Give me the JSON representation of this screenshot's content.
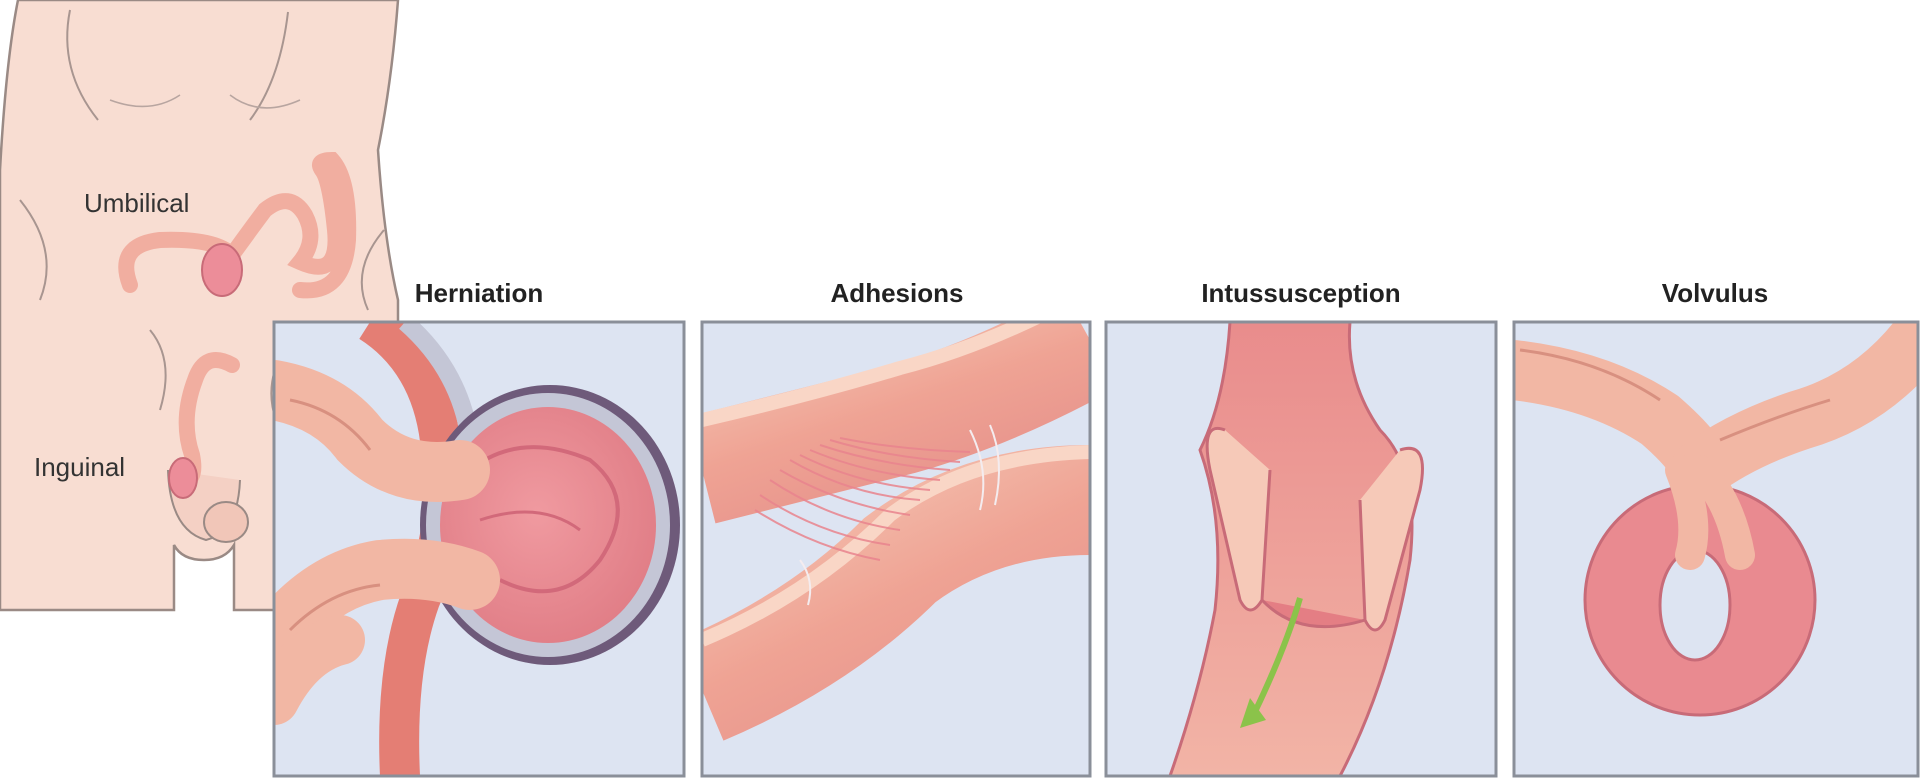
{
  "colors": {
    "skin": "#f8ddd2",
    "skin_outline": "#9a8a85",
    "panel_bg": "#dde4f2",
    "panel_border": "#8a8f99",
    "bowel_light": "#f4c0ad",
    "bowel_mid": "#ee9f92",
    "bowel_dark": "#e07d86",
    "bowel_inner": "#ea8f96",
    "sac": "#c4c6d6",
    "sac_dark": "#6e5a7a",
    "arrow": "#8bc34a"
  },
  "torso": {
    "labels": {
      "umbilical": "Umbilical",
      "inguinal": "Inguinal"
    }
  },
  "panels": [
    {
      "id": "herniation",
      "title": "Herniation"
    },
    {
      "id": "adhesions",
      "title": "Adhesions"
    },
    {
      "id": "intussusception",
      "title": "Intussusception"
    },
    {
      "id": "volvulus",
      "title": "Volvulus"
    }
  ]
}
